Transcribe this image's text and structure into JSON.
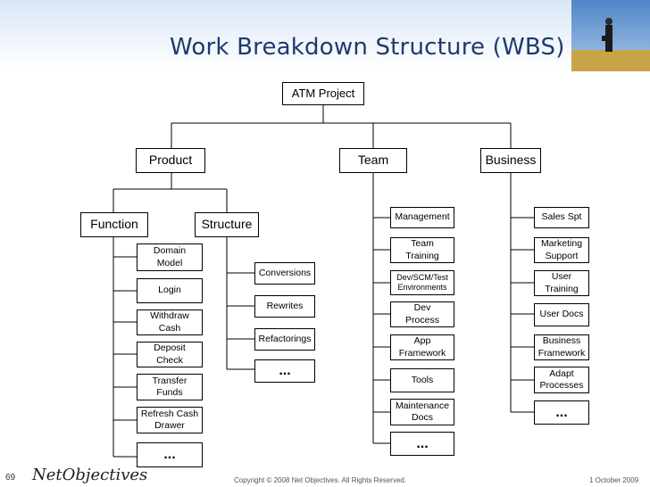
{
  "header": {
    "title": "Work Breakdown Structure (WBS)"
  },
  "wbs": {
    "root": "ATM Project",
    "level1": [
      "Product",
      "Team",
      "Business"
    ],
    "product_children": [
      "Function",
      "Structure"
    ],
    "function_items": [
      "Domain\nModel",
      "Login",
      "Withdraw\nCash",
      "Deposit\nCheck",
      "Transfer\nFunds",
      "Refresh Cash\nDrawer",
      "..."
    ],
    "structure_items": [
      "Conversions",
      "Rewrites",
      "Refactorings",
      "..."
    ],
    "team_items": [
      "Management",
      "Team\nTraining",
      "Dev/SCM/Test\nEnvironments",
      "Dev\nProcess",
      "App\nFramework",
      "Tools",
      "Maintenance\nDocs",
      "..."
    ],
    "business_items": [
      "Sales Spt",
      "Marketing\nSupport",
      "User\nTraining",
      "User Docs",
      "Business\nFramework",
      "Adapt\nProcesses",
      "..."
    ]
  },
  "footer": {
    "slide_number": "69",
    "logo_text": "NetObjectives",
    "copyright": "Copyright © 2008 Net Objectives. All Rights Reserved.",
    "date": "1 October 2009"
  }
}
